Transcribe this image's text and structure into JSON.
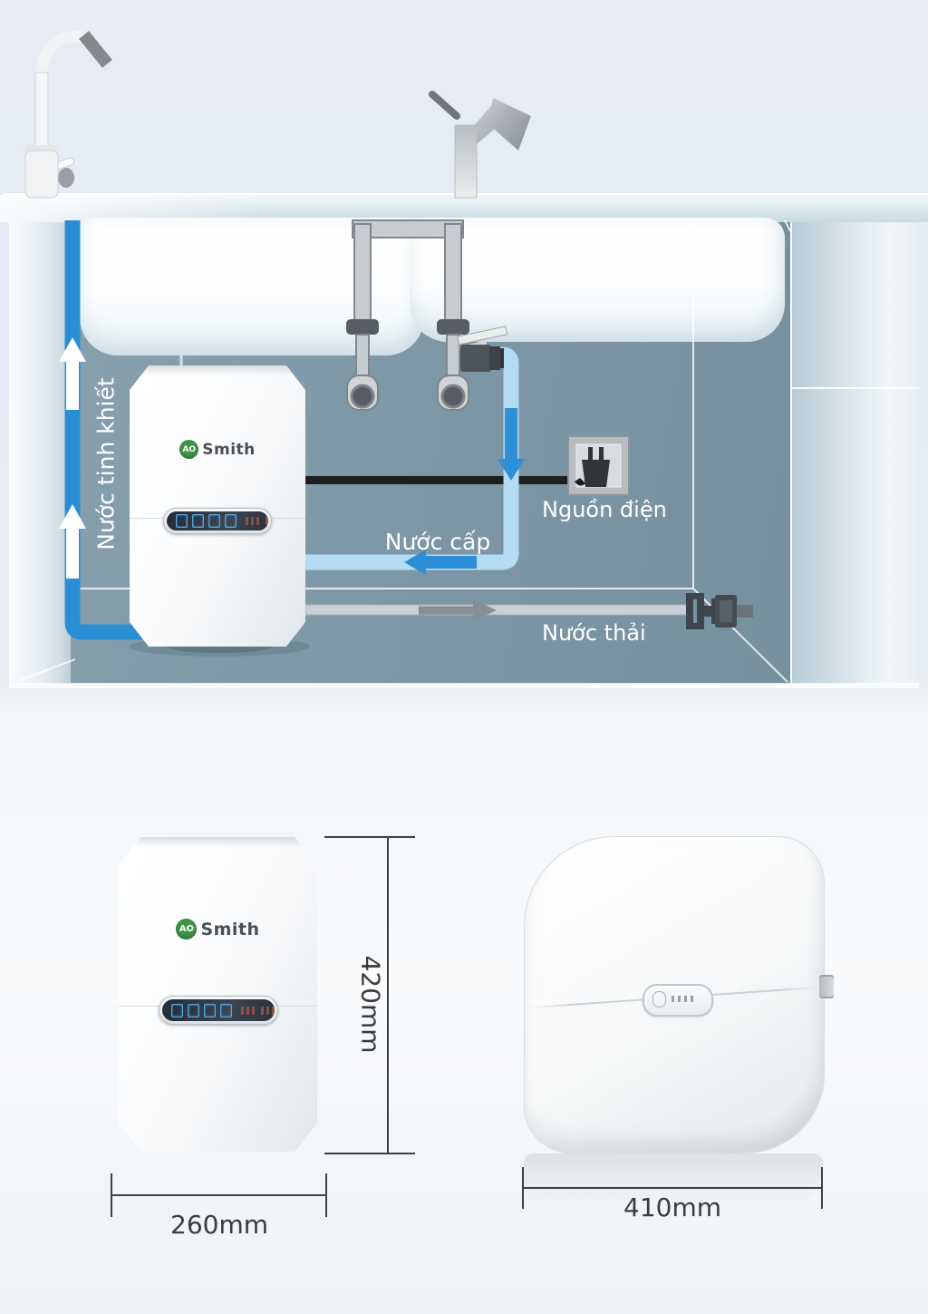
{
  "brand": {
    "ao": "AO",
    "smith": "Smith"
  },
  "diagram": {
    "labels": {
      "pure_water": "Nước tinh khiết",
      "supply_water": "Nước cấp",
      "power_source": "Nguồn điện",
      "waste_water": "Nước thải"
    },
    "icons": [
      "indicator-icon",
      "indicator-icon",
      "indicator-icon",
      "indicator-icon"
    ],
    "colors": {
      "pure_water_pipe": "#2a8ed5",
      "supply_water_pipe": "#b3dcf2",
      "waste_pipe": "#c9cfd4",
      "arrow_accent": "#2e8fd6",
      "cabinet_interior": "#7c96a6",
      "brand_green": "#3e9347"
    }
  },
  "dimensions": {
    "front_height": "420mm",
    "front_width": "260mm",
    "side_depth": "410mm"
  }
}
